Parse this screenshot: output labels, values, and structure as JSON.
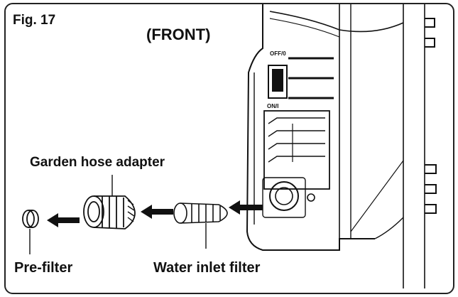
{
  "figure": {
    "number_label": "Fig. 17",
    "view_label": "(FRONT)",
    "switch_off_label": "OFF/0",
    "switch_on_label": "ON/I"
  },
  "parts": {
    "garden_hose_adapter": "Garden hose adapter",
    "pre_filter": "Pre-filter",
    "water_inlet_filter": "Water inlet filter"
  },
  "colors": {
    "line": "#111111",
    "background": "#ffffff"
  }
}
